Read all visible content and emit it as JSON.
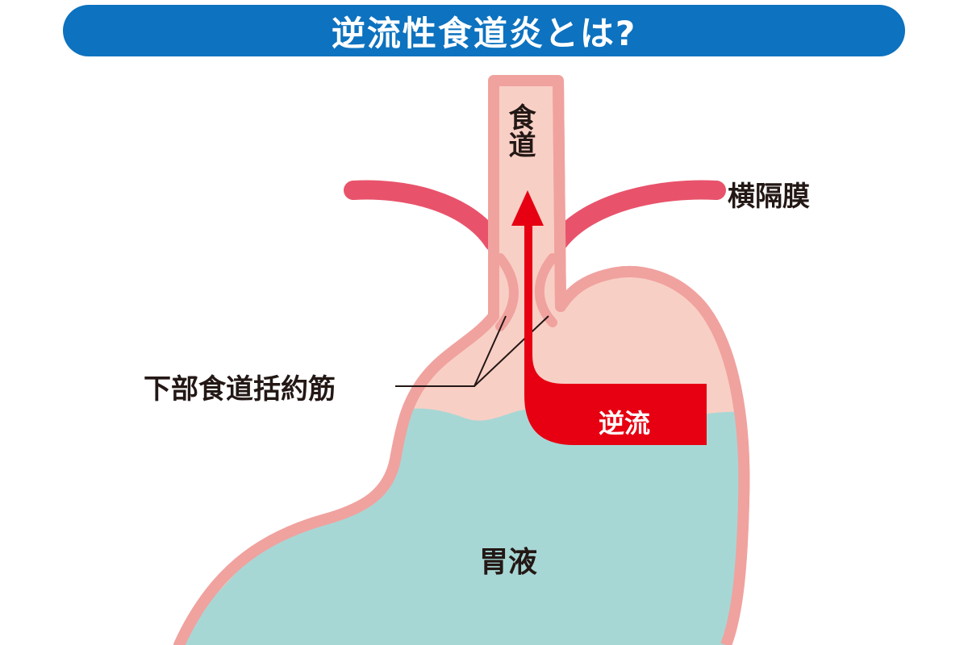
{
  "title": "逆流性食道炎とは?",
  "labels": {
    "esophagus": "食道",
    "diaphragm": "横隔膜",
    "les": "下部食道括約筋",
    "reflux": "逆流",
    "gastric_acid": "胃液"
  },
  "colors": {
    "title_bg": "#0d72bf",
    "stomach_wall": "#f0a29f",
    "stomach_inner": "#f8cfc5",
    "gastric_acid": "#a7d7d5",
    "diaphragm": "#e8536b",
    "reflux_arrow": "#e60012"
  }
}
